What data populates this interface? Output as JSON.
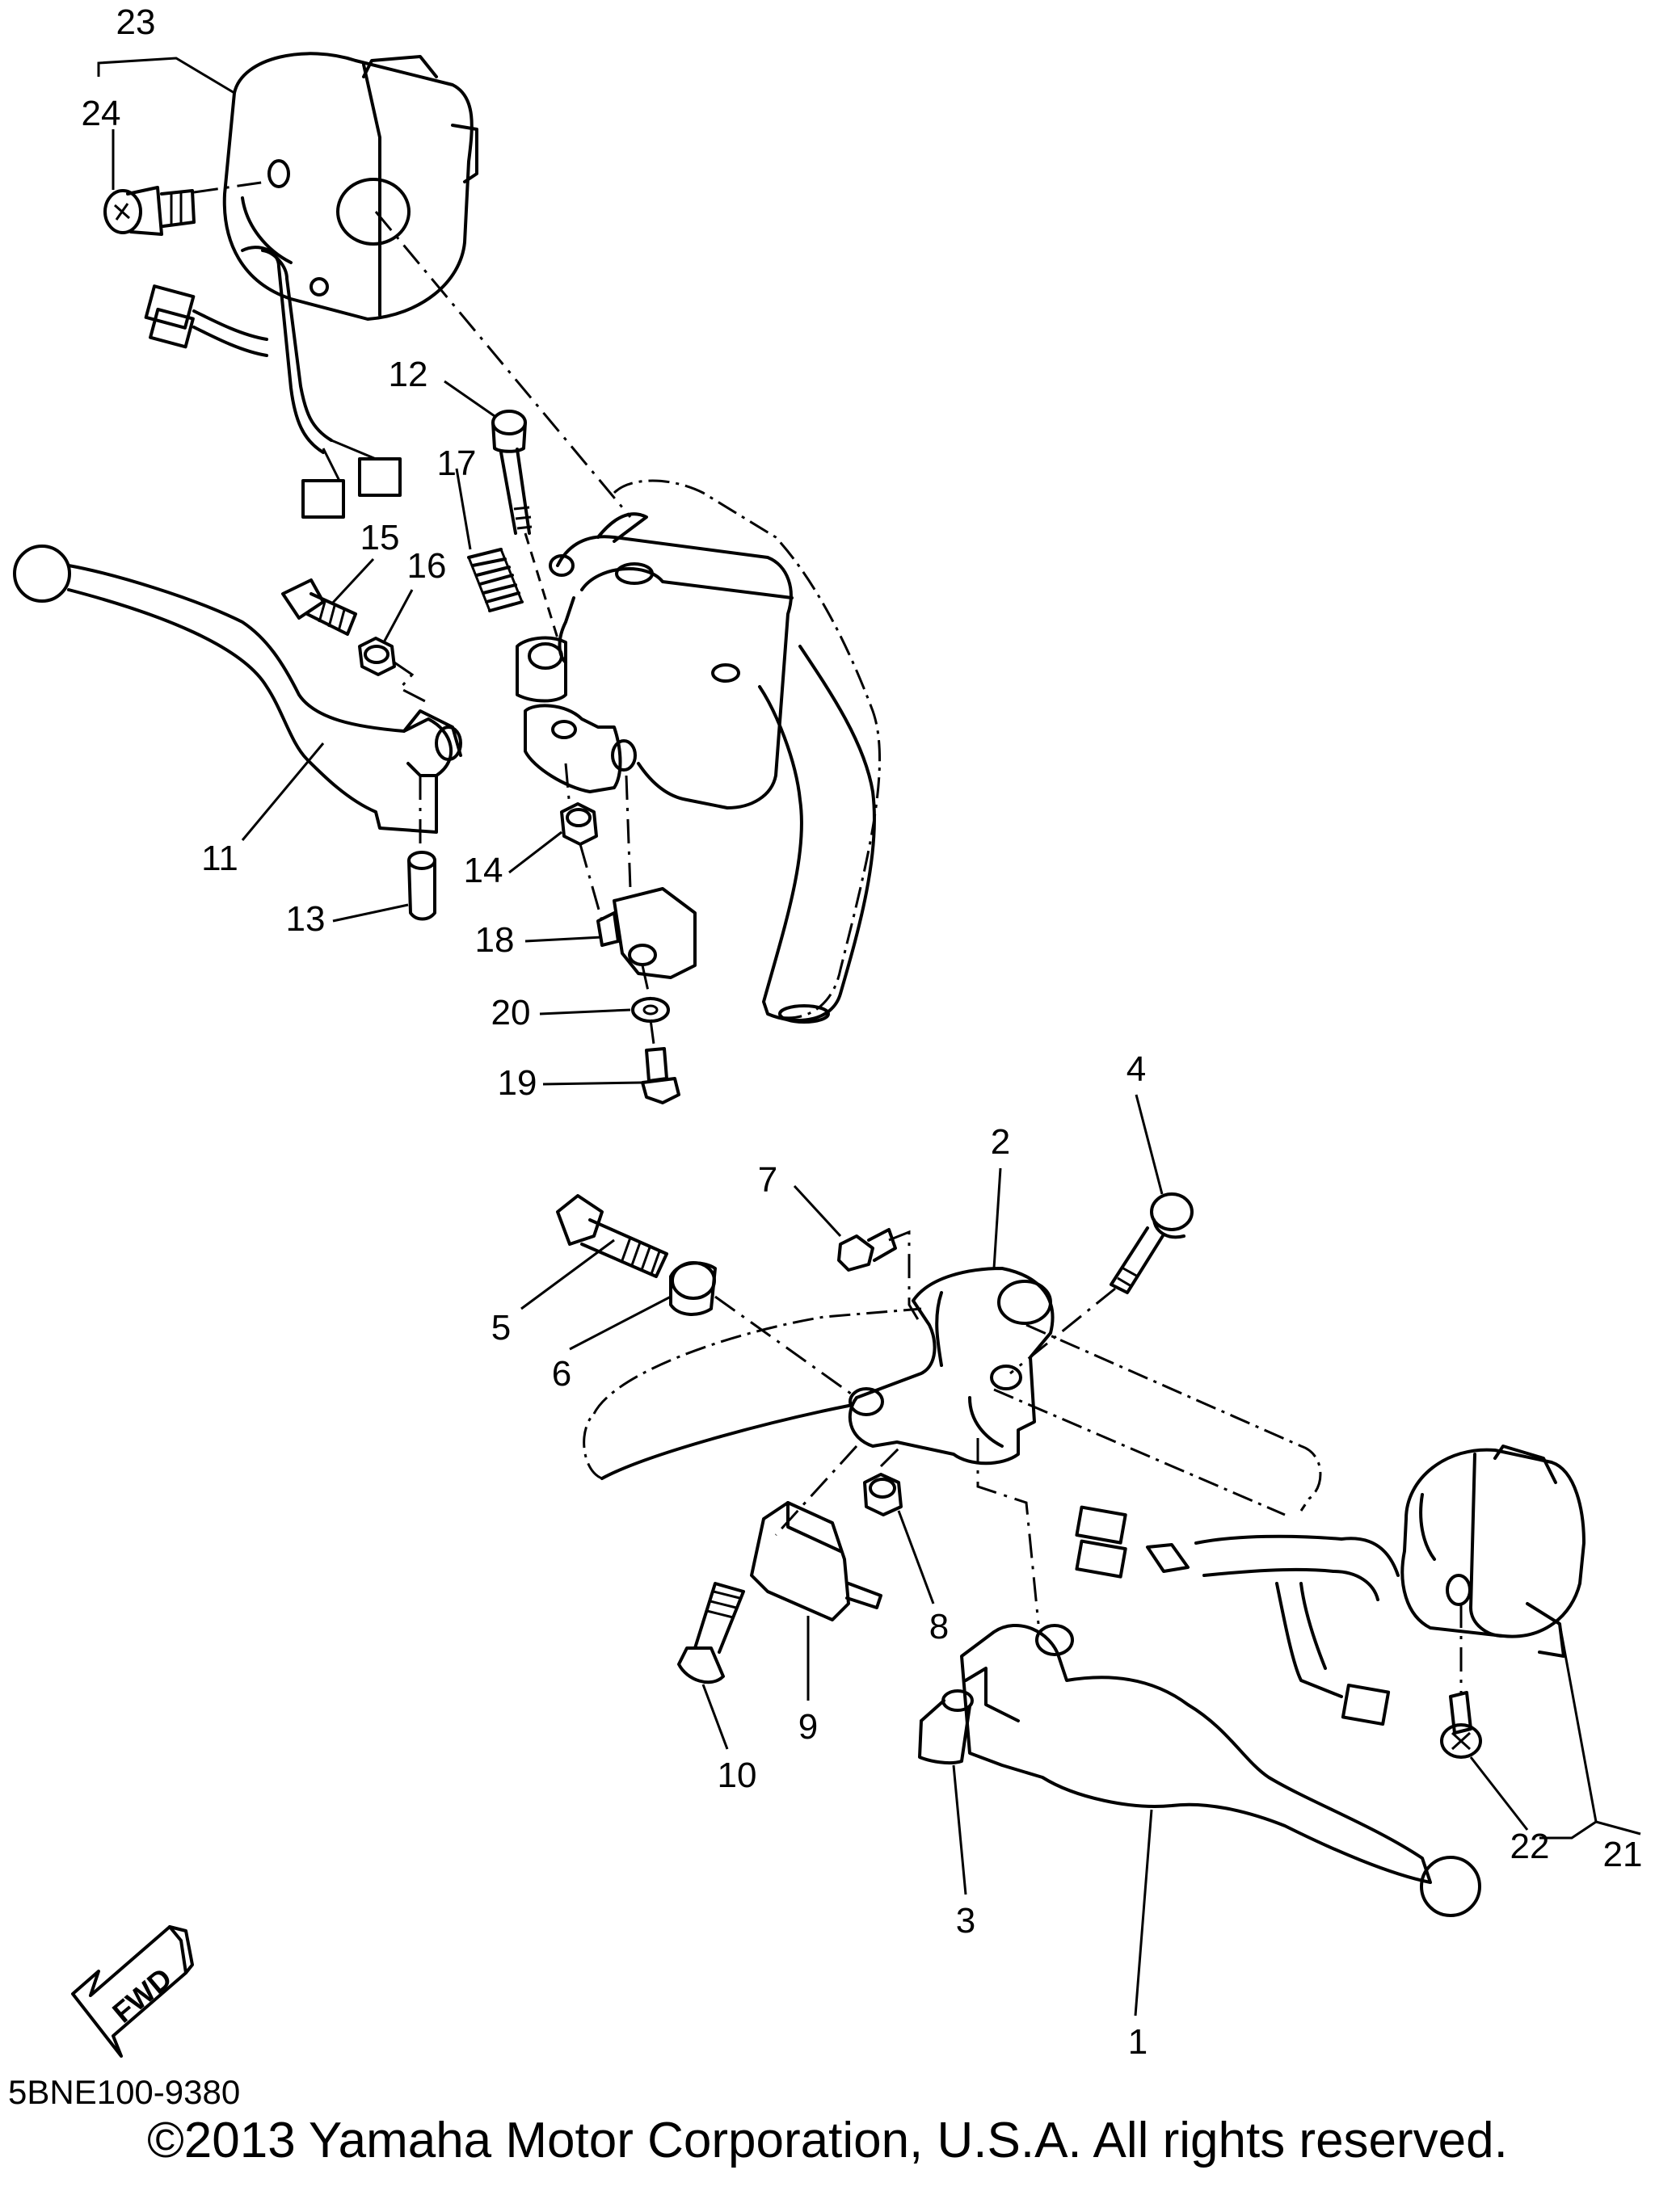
{
  "callouts": [
    "1",
    "2",
    "3",
    "4",
    "5",
    "6",
    "7",
    "8",
    "9",
    "10",
    "11",
    "12",
    "13",
    "14",
    "15",
    "16",
    "17",
    "18",
    "19",
    "20",
    "21",
    "22",
    "23",
    "24"
  ],
  "fwd_label": "FWD",
  "diagram_code": "5BNE100-9380",
  "copyright": "©2013 Yamaha Motor Corporation, U.S.A. All rights reserved."
}
